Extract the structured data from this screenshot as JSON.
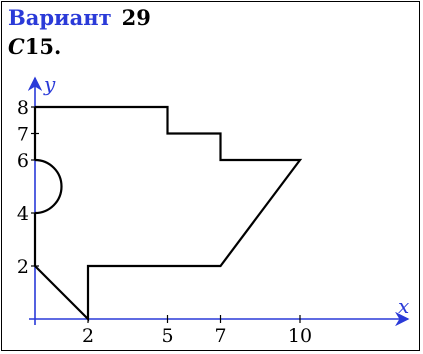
{
  "header": {
    "variant_label": "Вариант",
    "variant_number": "29"
  },
  "problem": {
    "letter": "C",
    "number": "15."
  },
  "diagram": {
    "axis_color": "#2a3ad8",
    "shape_color": "#000000",
    "x_axis_label": "x",
    "y_axis_label": "y",
    "x_ticks": [
      2,
      5,
      7,
      10
    ],
    "y_ticks": [
      2,
      4,
      6,
      7,
      8
    ],
    "polyline": [
      [
        0,
        2
      ],
      [
        2,
        0
      ],
      [
        2,
        2
      ],
      [
        7,
        2
      ],
      [
        10,
        6
      ],
      [
        7,
        6
      ],
      [
        7,
        7
      ],
      [
        5,
        7
      ],
      [
        5,
        8
      ],
      [
        0,
        8
      ]
    ],
    "y_axis_segments": [
      [
        [
          0,
          2
        ],
        [
          0,
          4
        ]
      ],
      [
        [
          0,
          6
        ],
        [
          0,
          8
        ]
      ]
    ],
    "semicircle": {
      "center": [
        0,
        5
      ],
      "radius": 1
    }
  }
}
